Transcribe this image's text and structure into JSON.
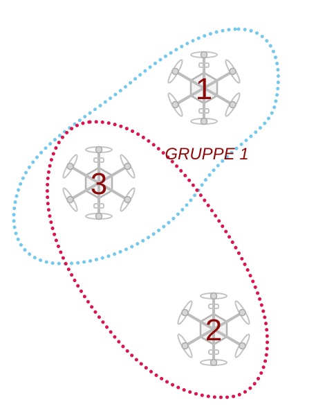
{
  "group_label": "GRUPPE 1",
  "drones": [
    {
      "number": "1",
      "icon": "hexacopter-drone-icon"
    },
    {
      "number": "2",
      "icon": "hexacopter-drone-icon"
    },
    {
      "number": "3",
      "icon": "hexacopter-drone-icon"
    }
  ],
  "colors": {
    "number_text": "#8b0a0a",
    "group_text": "#8b0a0a",
    "blue_outline": "#74c8ee",
    "red_outline": "#d8154c",
    "drone_line": "#b4b4b4",
    "drone_fill": "#f4f4f4"
  }
}
